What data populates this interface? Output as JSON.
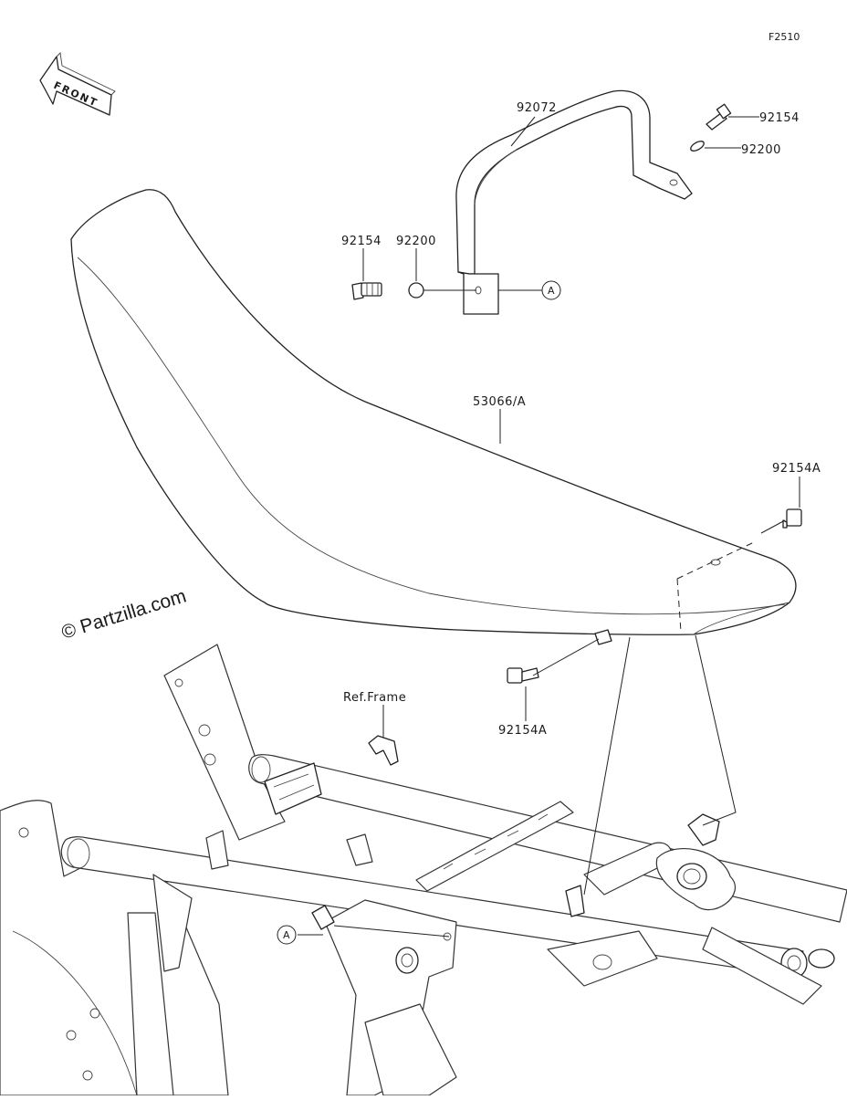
{
  "figure_code": "F2510",
  "front_arrow_label": "FRONT",
  "watermark": "© Partzilla.com",
  "ref_frame_label": "Ref.Frame",
  "callout_a": "A",
  "parts": {
    "grab_bar": "92072",
    "bolt_upper": "92154",
    "washer_upper": "92200",
    "bolt_left": "92154",
    "washer_left": "92200",
    "seat": "53066/A",
    "bolt_rear": "92154A",
    "bolt_lower": "92154A"
  }
}
